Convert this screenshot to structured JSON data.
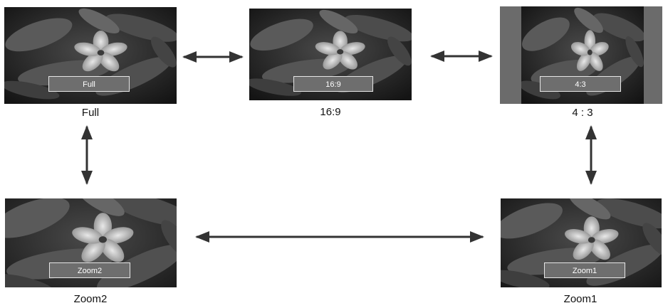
{
  "modes": {
    "full": {
      "osd_label": "Full",
      "caption": "Full"
    },
    "wide": {
      "osd_label": "16:9",
      "caption": "16:9"
    },
    "normal": {
      "osd_label": "4:3",
      "caption": "4 : 3"
    },
    "zoom2": {
      "osd_label": "Zoom2",
      "caption": "Zoom2"
    },
    "zoom1": {
      "osd_label": "Zoom1",
      "caption": "Zoom1"
    }
  },
  "colors": {
    "pillarbox": "#6b6b6b",
    "osd_fill": "#6e6e6e",
    "arrow": "#333333"
  }
}
